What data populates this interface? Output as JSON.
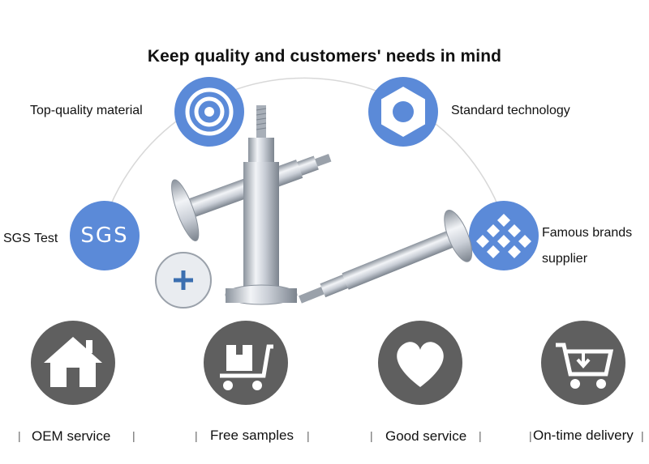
{
  "headline": "Keep quality and customers' needs in mind",
  "features": {
    "material": "Top-quality material",
    "technology": "Standard technology",
    "sgs_test": "SGS Test",
    "sgs_badge": "SGS",
    "brands_line1": "Famous brands",
    "brands_line2": "supplier"
  },
  "services": {
    "oem": "OEM service",
    "samples": "Free samples",
    "good": "Good service",
    "delivery": "On-time delivery",
    "separator": "|"
  },
  "icons": {
    "material": "target-icon",
    "technology": "hex-nut-icon",
    "sgs": "sgs-badge-icon",
    "brands": "diamond-cluster-icon",
    "oem": "home-icon",
    "samples": "package-cart-icon",
    "good": "heart-icon",
    "delivery": "shopping-cart-icon"
  },
  "colors": {
    "feature_circle": "#5b8ad8",
    "service_circle": "#5f5f5f",
    "background": "#ffffff"
  }
}
